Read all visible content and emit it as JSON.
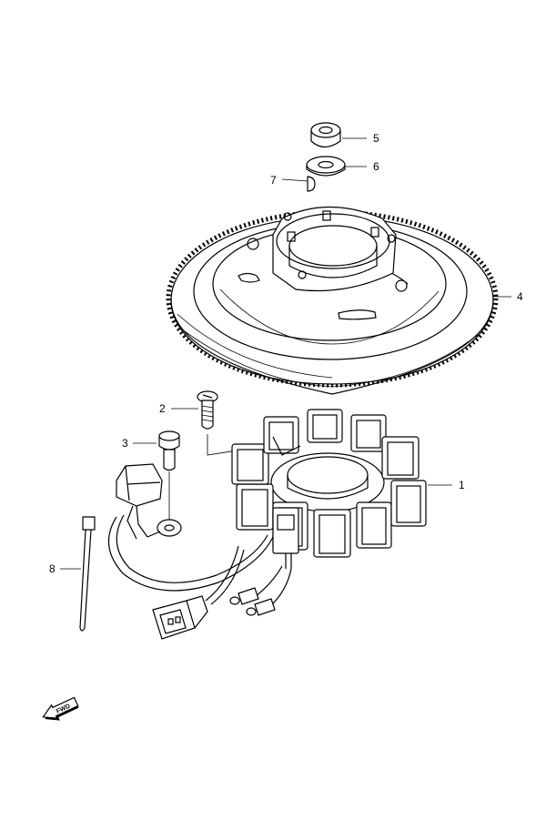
{
  "diagram": {
    "callouts": [
      {
        "id": "1",
        "label": "1"
      },
      {
        "id": "2",
        "label": "2"
      },
      {
        "id": "3",
        "label": "3"
      },
      {
        "id": "4",
        "label": "4"
      },
      {
        "id": "5",
        "label": "5"
      },
      {
        "id": "6",
        "label": "6"
      },
      {
        "id": "7",
        "label": "7"
      },
      {
        "id": "8",
        "label": "8"
      }
    ],
    "direction_badge": "FWD"
  }
}
